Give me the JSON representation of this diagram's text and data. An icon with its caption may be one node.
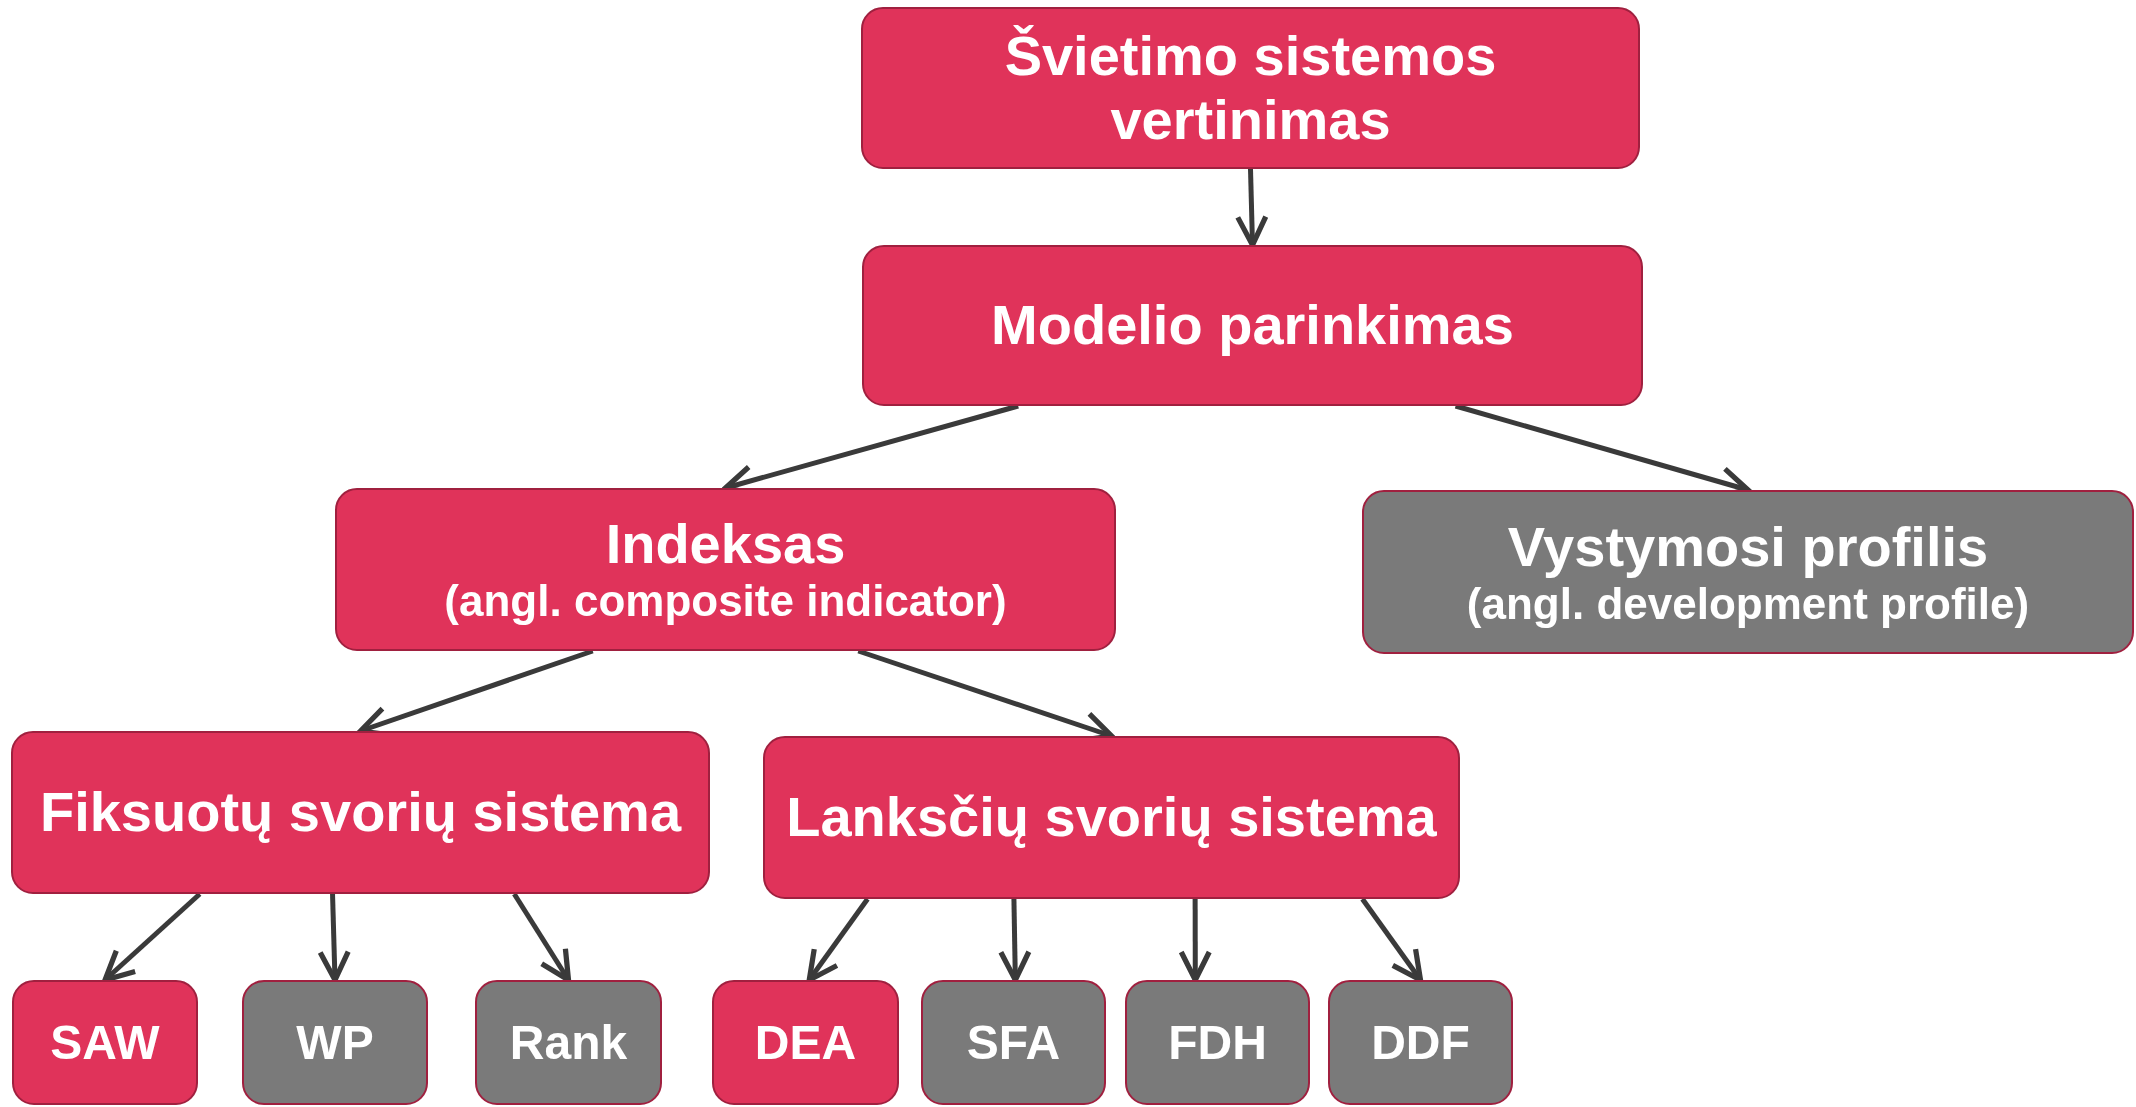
{
  "diagram": {
    "nodes": [
      {
        "text": [
          "Švietimo sistemos vertinimas"
        ]
      },
      {
        "text": [
          "Modelio parinkimas"
        ]
      },
      {
        "text": [
          "Indeksas",
          "(angl. composite indicator)"
        ]
      },
      {
        "text": [
          "Vystymosi profilis",
          "(angl. development profile)"
        ]
      },
      {
        "text": [
          "Fiksuotų svorių sistema"
        ]
      },
      {
        "text": [
          "Lanksčių svorių sistema"
        ]
      },
      {
        "text": [
          "SAW"
        ]
      },
      {
        "text": [
          "WP"
        ]
      },
      {
        "text": [
          "Rank"
        ]
      },
      {
        "text": [
          "DEA"
        ]
      },
      {
        "text": [
          "SFA"
        ]
      },
      {
        "text": [
          "FDH"
        ]
      },
      {
        "text": [
          "DDF"
        ]
      }
    ],
    "edges": [
      {
        "from": 0,
        "to": 1,
        "arrow": "to"
      },
      {
        "from": 1,
        "to": 2,
        "arrow": "to"
      },
      {
        "from": 1,
        "to": 3,
        "arrow": "to"
      },
      {
        "from": 2,
        "to": 4,
        "arrow": "to"
      },
      {
        "from": 2,
        "to": 5,
        "arrow": "to"
      },
      {
        "from": 4,
        "to": 6,
        "arrow": "to"
      },
      {
        "from": 4,
        "to": 7,
        "arrow": "to"
      },
      {
        "from": 4,
        "to": 8,
        "arrow": "to"
      },
      {
        "from": 5,
        "to": 9,
        "arrow": "to"
      },
      {
        "from": 5,
        "to": 10,
        "arrow": "to"
      },
      {
        "from": 5,
        "to": 11,
        "arrow": "to"
      },
      {
        "from": 5,
        "to": 12,
        "arrow": "to"
      }
    ]
  }
}
